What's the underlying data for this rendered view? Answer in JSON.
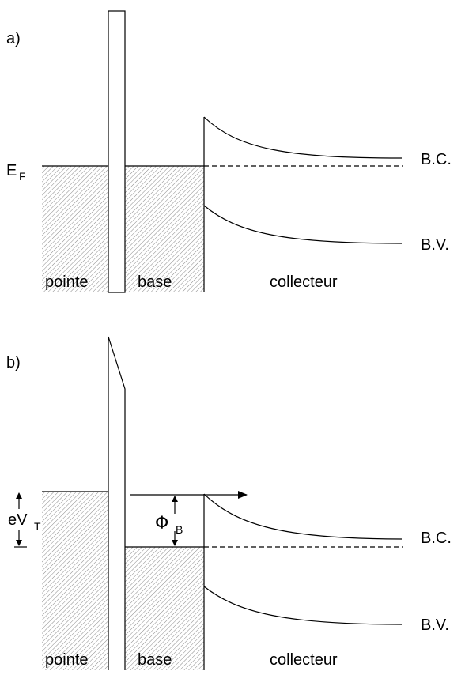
{
  "panel_a": {
    "label": "a)",
    "fermi_level": {
      "symbol": "E",
      "subscript": "F"
    },
    "band_labels": {
      "conduction": "B.C.",
      "valence": "B.V."
    },
    "regions": {
      "tip": "pointe",
      "base": "base",
      "collector": "collecteur"
    }
  },
  "panel_b": {
    "label": "b)",
    "tip_voltage": {
      "symbol": "eV",
      "subscript": "T"
    },
    "barrier_height": {
      "symbol": "Φ",
      "subscript": "B"
    },
    "band_labels": {
      "conduction": "B.C.",
      "valence": "B.V."
    },
    "regions": {
      "tip": "pointe",
      "base": "base",
      "collector": "collecteur"
    }
  },
  "colors": {
    "line": "#000000",
    "hatch": "#8a8a8a"
  }
}
